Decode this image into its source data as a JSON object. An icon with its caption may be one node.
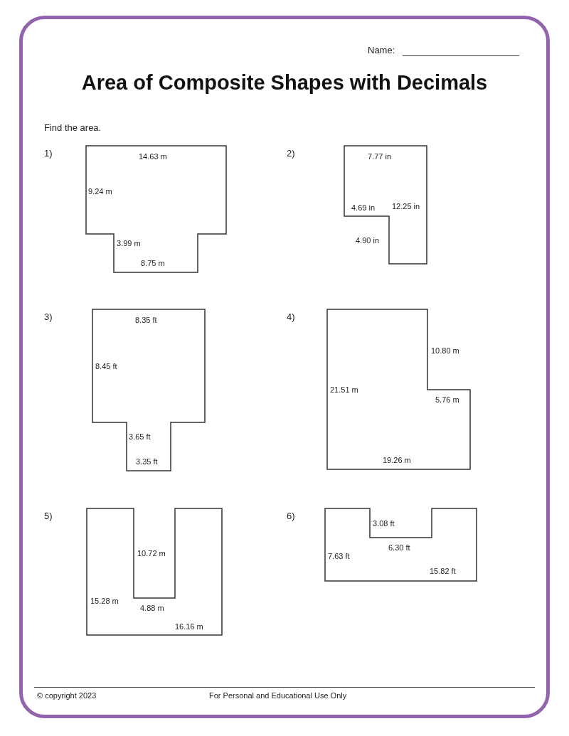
{
  "diagram": {
    "title": "Area of Composite Shapes with Decimals",
    "nodes": [
      {
        "text": [
          "14.63 m",
          "9.24 m",
          "3.99 m",
          "8.75 m"
        ]
      },
      {
        "text": [
          "7.77 in",
          "4.69 in",
          "12.25 in",
          "4.90 in"
        ]
      },
      {
        "text": [
          "8.35 ft",
          "8.45 ft",
          "3.65 ft",
          "3.35 ft"
        ]
      },
      {
        "text": [
          "10.80 m",
          "21.51 m",
          "5.76 m",
          "19.26 m"
        ]
      },
      {
        "text": [
          "10.72 m",
          "15.28 m",
          "4.88 m",
          "16.16 m"
        ]
      },
      {
        "text": [
          "3.08 ft",
          "6.30 ft",
          "7.63 ft",
          "15.82 ft"
        ]
      }
    ],
    "labels": [
      "Name:",
      "Find the area.",
      "1)",
      "2)",
      "3)",
      "4)",
      "5)",
      "6)",
      "© copyright 2023",
      "For Personal and Educational Use Only"
    ]
  }
}
